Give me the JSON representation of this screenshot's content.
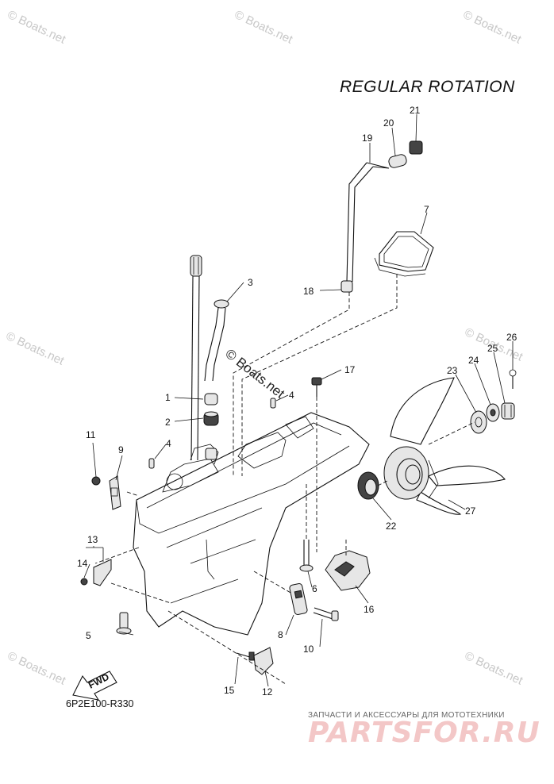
{
  "diagram": {
    "title": "REGULAR ROTATION",
    "diagram_code": "6P2E100-R330",
    "fwd_label": "FWD",
    "watermark_text": "© Boats.net",
    "promo": {
      "subtitle": "ЗАПЧАСТИ И АКСЕССУАРЫ ДЛЯ МОТОТЕХНИКИ",
      "brand": "PARTSFOR.RU",
      "brand_color": "#f3c7c7"
    },
    "parts": [
      {
        "number": "1"
      },
      {
        "number": "2"
      },
      {
        "number": "3"
      },
      {
        "number": "4"
      },
      {
        "number": "4"
      },
      {
        "number": "5"
      },
      {
        "number": "6"
      },
      {
        "number": "7"
      },
      {
        "number": "8"
      },
      {
        "number": "9"
      },
      {
        "number": "10"
      },
      {
        "number": "11"
      },
      {
        "number": "12"
      },
      {
        "number": "13"
      },
      {
        "number": "14"
      },
      {
        "number": "15"
      },
      {
        "number": "16"
      },
      {
        "number": "17"
      },
      {
        "number": "18"
      },
      {
        "number": "19"
      },
      {
        "number": "20"
      },
      {
        "number": "21"
      },
      {
        "number": "22"
      },
      {
        "number": "23"
      },
      {
        "number": "24"
      },
      {
        "number": "25"
      },
      {
        "number": "26"
      },
      {
        "number": "27"
      }
    ]
  }
}
